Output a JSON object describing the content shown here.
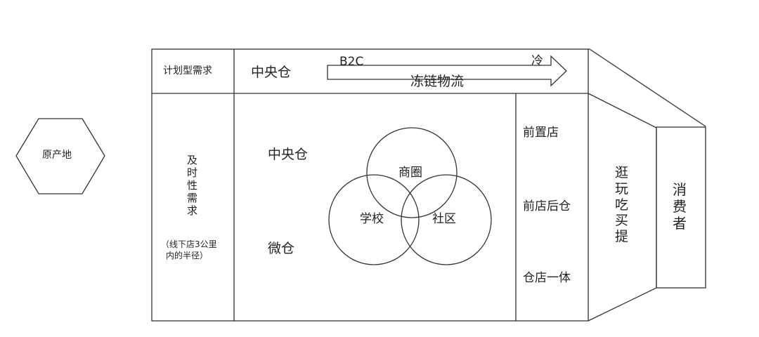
{
  "origin": {
    "label": "原产地"
  },
  "planned": {
    "label": "计划型需求",
    "central": "中央仓"
  },
  "flow": {
    "b2c": "B2C",
    "cold_char": "冷",
    "chain_text": "冻链物流"
  },
  "timely": {
    "chars": [
      "及",
      "时",
      "性",
      "需",
      "求"
    ],
    "note_line1": "（线下店3公里",
    "note_line2": "内的半径）"
  },
  "warehouses": {
    "central": "中央仓",
    "micro": "微仓"
  },
  "venn": {
    "top": "商圈",
    "left": "学校",
    "right": "社区"
  },
  "stores": {
    "front": "前置店",
    "front_back": "前店后仓",
    "integrated": "仓店一体"
  },
  "shopping": {
    "chars": [
      "逛",
      "玩",
      "吃",
      "买",
      "提"
    ]
  },
  "consumer": {
    "chars": [
      "消",
      "费",
      "者"
    ]
  }
}
